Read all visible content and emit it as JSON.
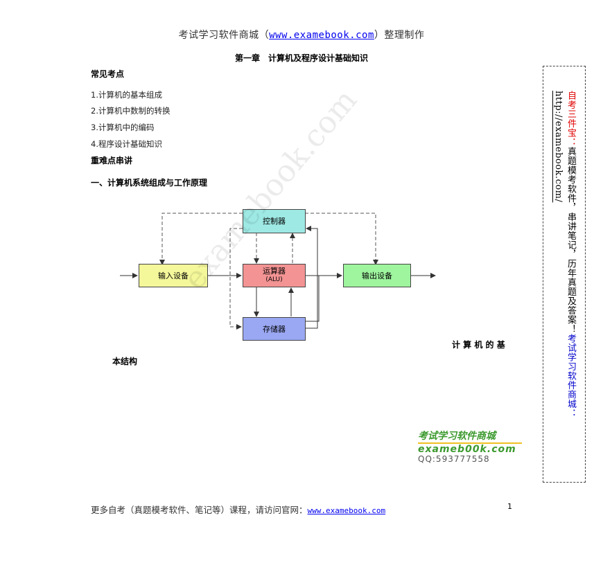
{
  "header": {
    "prefix": "考试学习软件商城（",
    "link": "www.examebook.com",
    "suffix": "）整理制作"
  },
  "chapter_title": "第一章　计算机及程序设计基础知识",
  "sections": {
    "common_points_title": "常见考点",
    "points": [
      "1.计算机的基本组成",
      "2.计算机中数制的转换",
      "3.计算机中的编码",
      "4.程序设计基础知识"
    ],
    "key_title": "重难点串讲",
    "subsection_title": "一、计算机系统组成与工作原理"
  },
  "diagram": {
    "controller": "控制器",
    "alu_line1": "运算器",
    "alu_line2": "(ALU)",
    "input": "输入设备",
    "output": "输出设备",
    "storage": "存储器",
    "colors": {
      "controller": "#9ee9e4",
      "alu": "#f39393",
      "input": "#f4f79a",
      "output": "#9ef59e",
      "storage": "#9aa8f3"
    }
  },
  "watermark": "examebook.com",
  "caption_part1": "计 算 机 的 基",
  "caption_part2": "本结构",
  "sidebar": {
    "red": "自考三件宝：",
    "black": "真题模考软件，串讲笔记，历年真题及答案！",
    "blue": "考试学习软件商城：",
    "link": "http://examebook.com/"
  },
  "logo": {
    "line1": "考试学习软件商城",
    "line2": "exameb00k.com",
    "line3": "QQ:593777558"
  },
  "footer": {
    "text": "更多自考（真题模考软件、笔记等）课程，请访问官网：",
    "link": "www.examebook.com"
  },
  "page_number": "1"
}
